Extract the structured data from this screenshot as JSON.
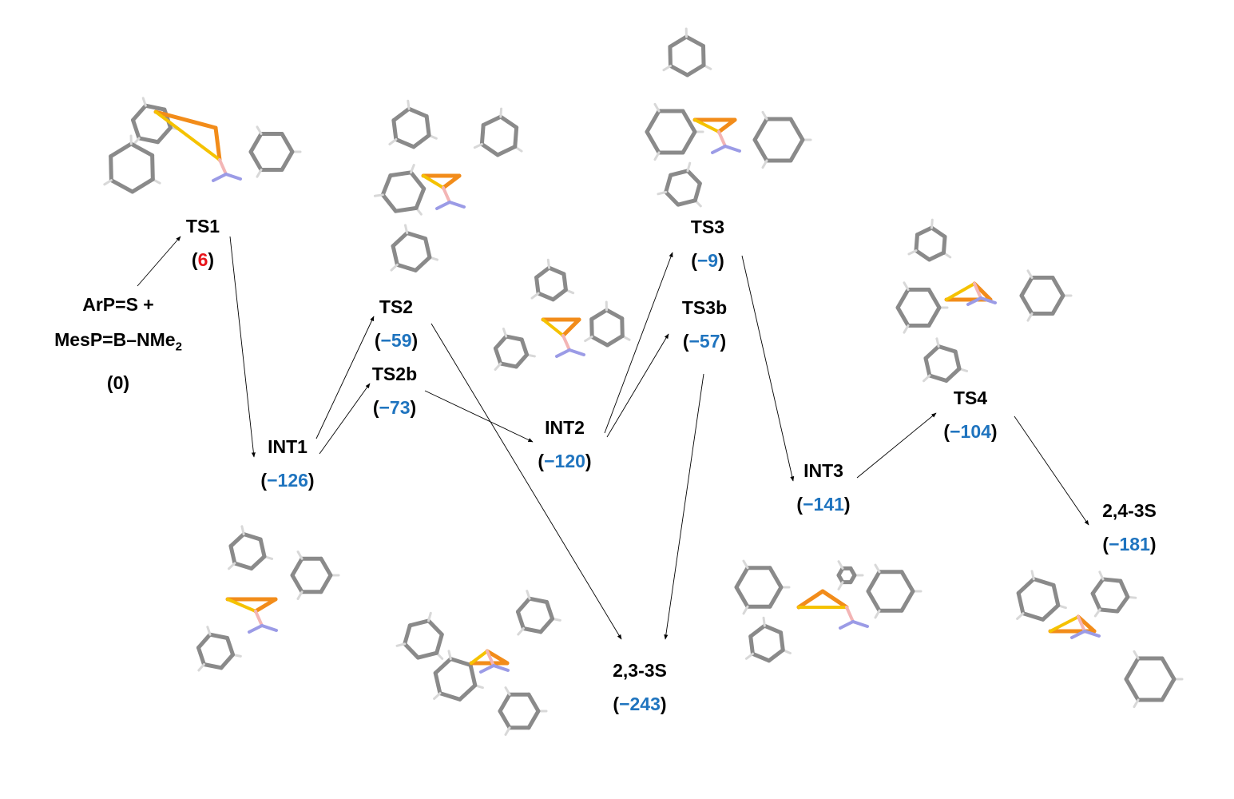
{
  "colors": {
    "negative_energy": "#1f74bf",
    "positive_energy": "#e8141b",
    "label": "#000000",
    "arrow": "#000000",
    "carbon": "#8a8a8a",
    "hydrogen": "#d8d8d8",
    "phosphorus": "#f28c1a",
    "sulfur": "#f5c200",
    "boron": "#f3b5b5",
    "nitrogen": "#9b9be6"
  },
  "reactants": {
    "line1": "ArP=S +",
    "line2_prefix": "MesP=B–NMe",
    "line2_sub": "2",
    "energy": "(0)"
  },
  "nodes": [
    {
      "id": "TS1",
      "label": "TS1",
      "energy": "6",
      "sign": "pos"
    },
    {
      "id": "INT1",
      "label": "INT1",
      "energy": "−126",
      "sign": "neg"
    },
    {
      "id": "TS2",
      "label": "TS2",
      "energy": "−59",
      "sign": "neg"
    },
    {
      "id": "TS2b",
      "label": "TS2b",
      "energy": "−73",
      "sign": "neg"
    },
    {
      "id": "INT2",
      "label": "INT2",
      "energy": "−120",
      "sign": "neg"
    },
    {
      "id": "TS3",
      "label": "TS3",
      "energy": "−9",
      "sign": "neg"
    },
    {
      "id": "TS3b",
      "label": "TS3b",
      "energy": "−57",
      "sign": "neg"
    },
    {
      "id": "INT3",
      "label": "INT3",
      "energy": "−141",
      "sign": "neg"
    },
    {
      "id": "TS4",
      "label": "TS4",
      "energy": "−104",
      "sign": "neg"
    },
    {
      "id": "P23",
      "label": "2,3-3S",
      "energy": "−243",
      "sign": "neg"
    },
    {
      "id": "P24",
      "label": "2,4-3S",
      "energy": "−181",
      "sign": "neg"
    }
  ],
  "edges": [
    [
      "R",
      "TS1"
    ],
    [
      "TS1",
      "INT1"
    ],
    [
      "INT1",
      "TS2"
    ],
    [
      "INT1",
      "TS2b"
    ],
    [
      "TS2",
      "P23"
    ],
    [
      "TS2b",
      "INT2"
    ],
    [
      "INT2",
      "TS3"
    ],
    [
      "INT2",
      "TS3b"
    ],
    [
      "TS3b",
      "P23"
    ],
    [
      "TS3",
      "INT3"
    ],
    [
      "INT3",
      "TS4"
    ],
    [
      "TS4",
      "P24"
    ]
  ],
  "structures": [
    "TS1",
    "TS2",
    "INT2",
    "TS3",
    "TS4",
    "INT1",
    "P23",
    "INT3",
    "P24"
  ]
}
